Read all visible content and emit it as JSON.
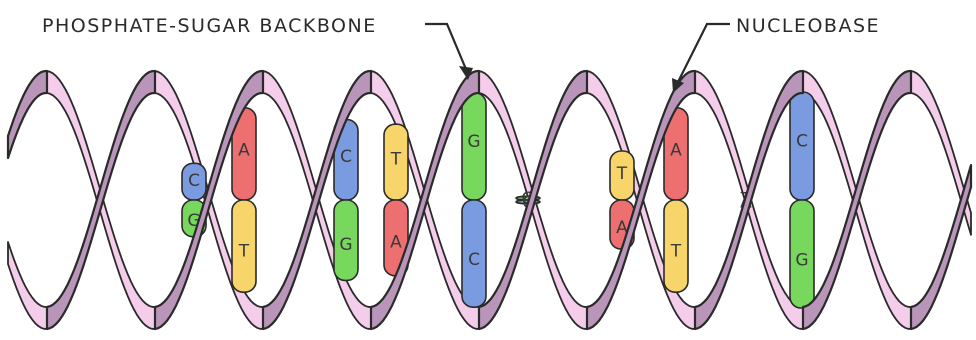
{
  "labels": {
    "backbone": "PHOSPHATE-SUGAR BACKBONE",
    "nucleobase": "NUCLEOBASE"
  },
  "colors": {
    "A": "#ee6f6f",
    "T": "#f7d56a",
    "G": "#78d85e",
    "C": "#7a9be0",
    "back_ribbon": "#f4cdea",
    "front_ribbon": "#b995b9",
    "outline": "#2a2a2a"
  },
  "base_pairs": [
    {
      "top": "C",
      "bottom": "G"
    },
    {
      "top": "A",
      "bottom": "T"
    },
    {
      "top": "C",
      "bottom": "G"
    },
    {
      "top": "T",
      "bottom": "A"
    },
    {
      "top": "G",
      "bottom": "C"
    },
    {
      "top": "G",
      "bottom": "C"
    },
    {
      "top": "T",
      "bottom": "A"
    },
    {
      "top": "A",
      "bottom": "T"
    },
    {
      "top": "A",
      "bottom": "T"
    },
    {
      "top": "C",
      "bottom": "G"
    }
  ]
}
